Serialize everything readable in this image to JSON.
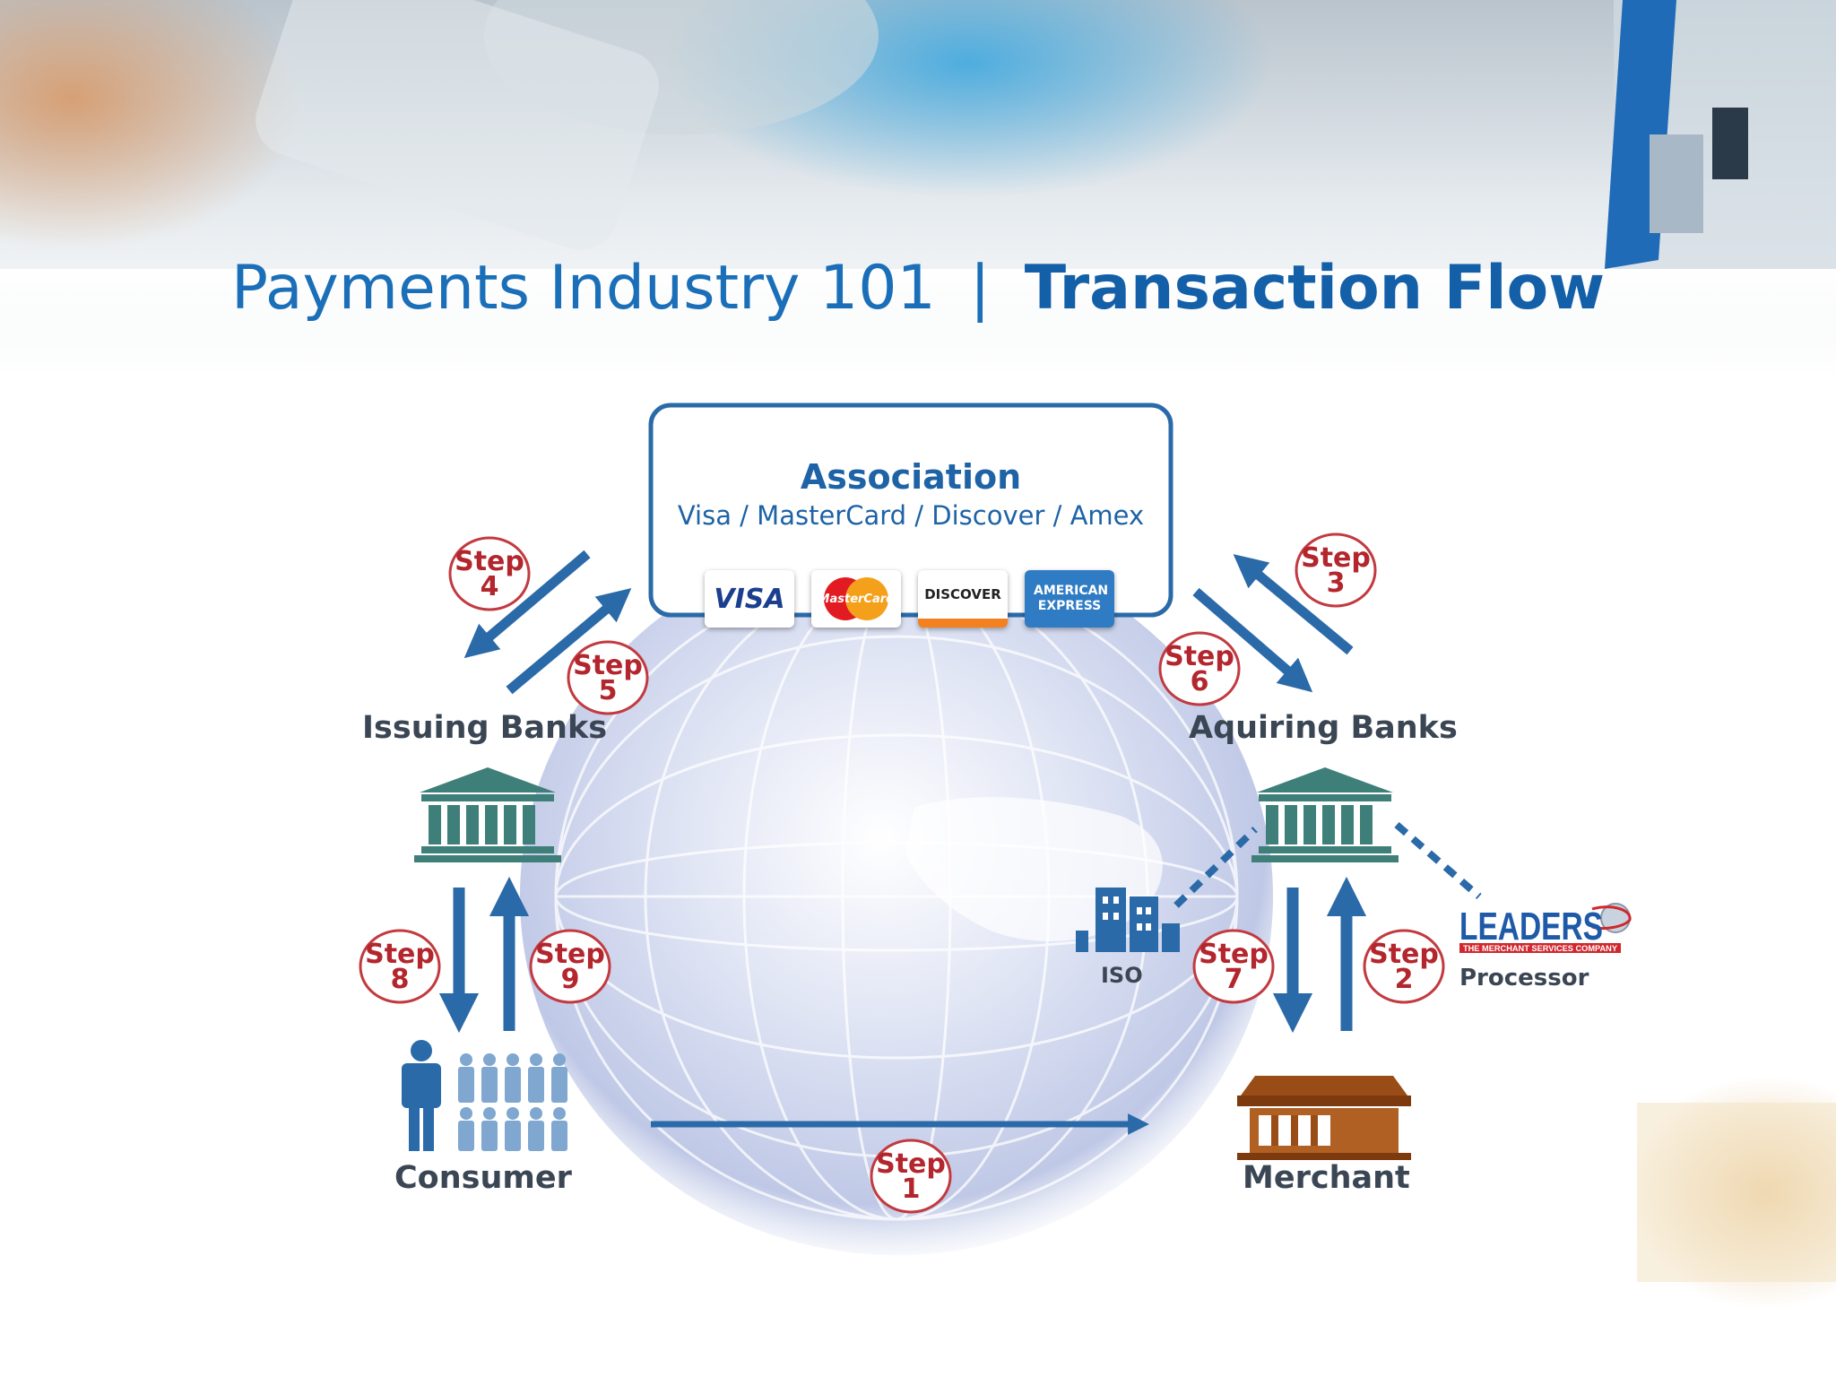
{
  "title": {
    "main": "Payments Industry 101",
    "separator": "|",
    "bold": "Transaction Flow"
  },
  "association": {
    "title": "Association",
    "subtitle": "Visa / MasterCard / Discover / Amex",
    "cards": [
      {
        "name": "visa",
        "label": "VISA"
      },
      {
        "name": "mastercard",
        "label": "MasterCard"
      },
      {
        "name": "discover",
        "label": "DISCOVER"
      },
      {
        "name": "amex",
        "label": "AMERICAN EXPRESS"
      }
    ]
  },
  "nodes": {
    "issuing_banks": "Issuing Banks",
    "acquiring_banks": "Aquiring Banks",
    "consumer": "Consumer",
    "merchant": "Merchant",
    "iso": "ISO",
    "processor": "Processor"
  },
  "logo": {
    "brand": "LEADERS",
    "tagline": "THE MERCHANT SERVICES COMPANY"
  },
  "steps": {
    "word": "Step",
    "numbers": [
      "1",
      "2",
      "3",
      "4",
      "5",
      "6",
      "7",
      "8",
      "9"
    ]
  },
  "colors": {
    "title_blue": "#1a6fb8",
    "arrow_blue": "#2b6aa8",
    "step_red": "#b3262d",
    "bank_green": "#3f7f7a",
    "merchant_brown": "#9a4c16",
    "label_gray": "#3b4654"
  }
}
